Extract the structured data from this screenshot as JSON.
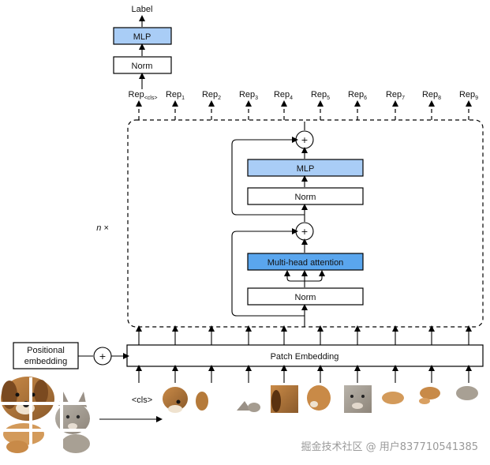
{
  "labels": {
    "output_label": "Label",
    "top_mlp": "MLP",
    "top_norm": "Norm",
    "inner_mlp": "MLP",
    "inner_norm_top": "Norm",
    "attention": "Multi-head attention",
    "inner_norm_bottom": "Norm",
    "n_times": "n ×",
    "patch_embedding": "Patch Embedding",
    "positional_embedding_line1": "Positional",
    "positional_embedding_line2": "embedding",
    "cls_token": "<cls>",
    "plus": "+"
  },
  "reps": [
    {
      "base": "Rep",
      "sub": "<cls>"
    },
    {
      "base": "Rep",
      "sub": "1"
    },
    {
      "base": "Rep",
      "sub": "2"
    },
    {
      "base": "Rep",
      "sub": "3"
    },
    {
      "base": "Rep",
      "sub": "4"
    },
    {
      "base": "Rep",
      "sub": "5"
    },
    {
      "base": "Rep",
      "sub": "6"
    },
    {
      "base": "Rep",
      "sub": "7"
    },
    {
      "base": "Rep",
      "sub": "8"
    },
    {
      "base": "Rep",
      "sub": "9"
    }
  ],
  "colors": {
    "mlp_fill": "#a9cdf6",
    "attention_fill": "#5aa6ee",
    "watermark": "#9a9a9a"
  },
  "watermark": "掘金技术社区 @ 用户837710541385"
}
